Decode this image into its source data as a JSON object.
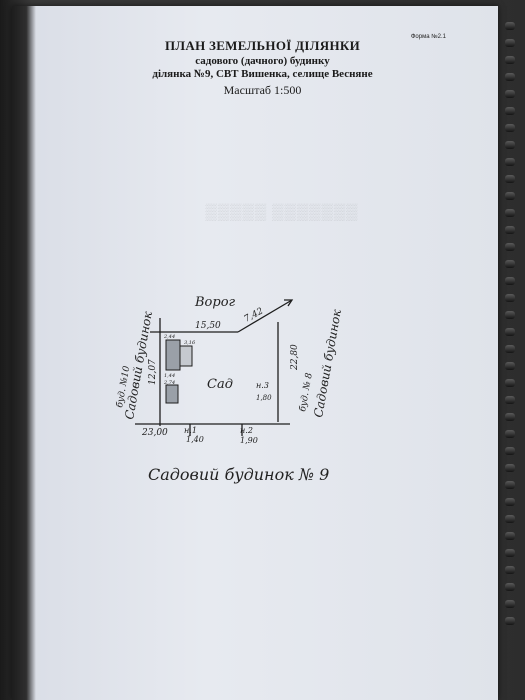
{
  "header": {
    "form_number": "Форма №2.1",
    "title": "ПЛАН ЗЕМЕЛЬНОЇ ДІЛЯНКИ",
    "subtitle": "садового (дачного) будинку",
    "address": "ділянка №9, СВТ Вишенка, селище Весняне",
    "scale": "Масштаб 1:500"
  },
  "plan": {
    "top_label": "Ворог",
    "top_length": "15,50",
    "top_diag": "7,42",
    "left_length": "12,07",
    "right_length": "22,80",
    "bottom_left": "23,00",
    "bottom_n1": "н.1",
    "bottom_mid": "1,40",
    "bottom_n2": "н.2",
    "bottom_right": "1,90",
    "right_marker": "н.3",
    "right_small": "1,80",
    "garden_label": "Сад",
    "left_neighbour": "Садовий будинок",
    "left_neighbour_no": "буд. №10",
    "right_neighbour": "Садовий будинок",
    "right_neighbour_no": "буд. № 8",
    "caption": "Садовий будинок № 9",
    "bld_a": "2,44",
    "bld_b": "3,16",
    "bld_c": "2,74",
    "bld_d": "1,44"
  }
}
